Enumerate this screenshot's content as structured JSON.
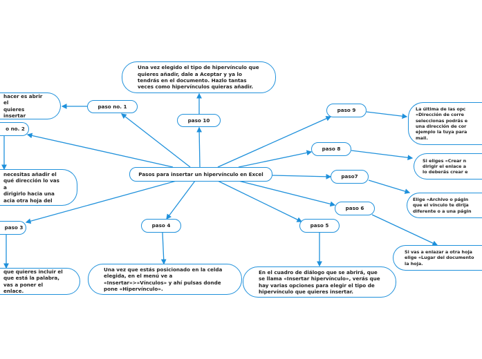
{
  "colors": {
    "accent": "#1e90db"
  },
  "central": "Pasos para insertar un hipervínculo en Excel",
  "steps": {
    "s1": "paso no. 1",
    "s2": "o no. 2",
    "s3": "paso 3",
    "s4": "paso 4",
    "s5": "paso 5",
    "s6": "paso 6",
    "s7": "paso7",
    "s8": "paso 8",
    "s9": "paso 9",
    "s10": "paso 10"
  },
  "details": {
    "d1": "hacer es abrir el\nquieres insertar",
    "d2": "necesitas añadir el\nqué dirección lo vas a\ndirigirlo hacia una\nacia otra hoja del",
    "d3": "que quieres incluir el\nque está la palabra,\nvas a poner el enlace.",
    "d4": "Una vez que estás posicionado en la celda\nelegida, en el menú ve a\n«Insertar»>»Vínculos» y ahí pulsas donde\npone «Hipervínculo».",
    "d5": "En el cuadro de diálogo que se abrirá, que\nse llama «Insertar hipervínculo», verás que\nhay varias opciones para elegir el tipo de\nhipervínculo que quieres insertar.",
    "d6": "Si vas a enlazar a otra hoja\nelige «Lugar del documento\nla hoja.",
    "d7": "Elige «Archivo o págin\nque el vínculo te dirija\ndiferente o a una págin",
    "d8": "Si eliges «Crear n\ndirigir el enlace a\nlo deberás crear e",
    "d9": "La última de las opc\n«Dirección de corre\nseleccionas podrás e\nuna dirección de cor\nejemplo la tuya para\nmail.",
    "d10": "Una vez elegido el tipo de hipervínculo que\nquieres añadir, dale a Aceptar y ya lo\ntendrás en el documento. Hazlo tantas\nveces como hipervínculos quieras añadir."
  }
}
